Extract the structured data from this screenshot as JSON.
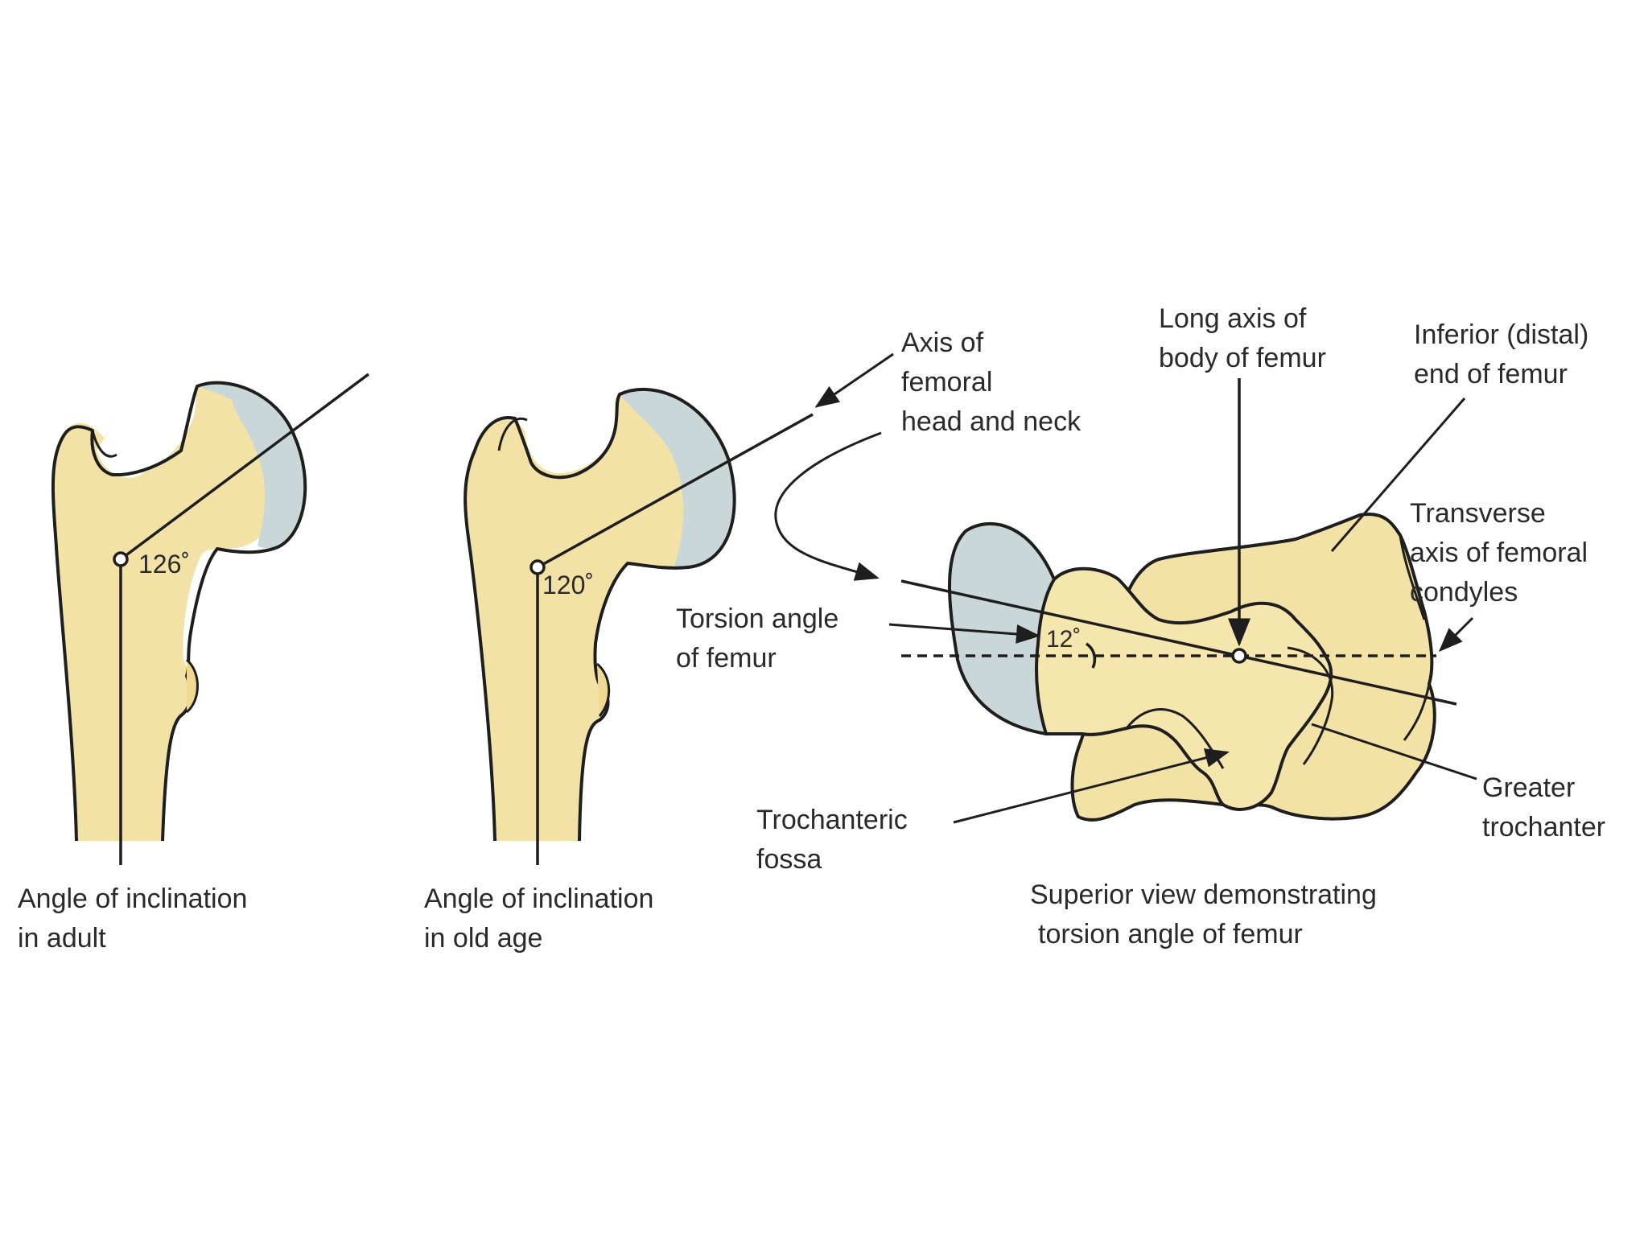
{
  "labels": {
    "adult_angle": "126˚",
    "old_age_angle": "120˚",
    "torsion_value": "12˚",
    "adult_caption": [
      "Angle of inclination",
      "in adult"
    ],
    "old_age_caption": [
      "Angle of inclination",
      "in old age"
    ],
    "axis_head_neck": [
      "Axis of",
      "femoral",
      "head and neck"
    ],
    "long_axis": [
      "Long axis of",
      "body of femur"
    ],
    "inferior_end": [
      "Inferior (distal)",
      "end of femur"
    ],
    "transverse_axis": [
      "Transverse",
      "axis of femoral",
      "condyles"
    ],
    "torsion_angle": [
      "Torsion angle",
      "of femur"
    ],
    "trochanteric_fossa": [
      "Trochanteric",
      "fossa"
    ],
    "greater_trochanter": [
      "Greater",
      "trochanter"
    ],
    "superior_caption": [
      "Superior view demonstrating",
      "torsion angle of femur"
    ]
  },
  "colors": {
    "bone": "#f3e2a6",
    "bone_shade": "#e5cc84",
    "cartilage": "#c9d7d9",
    "outline": "#1e1e1e",
    "text": "#2a2a2a"
  }
}
